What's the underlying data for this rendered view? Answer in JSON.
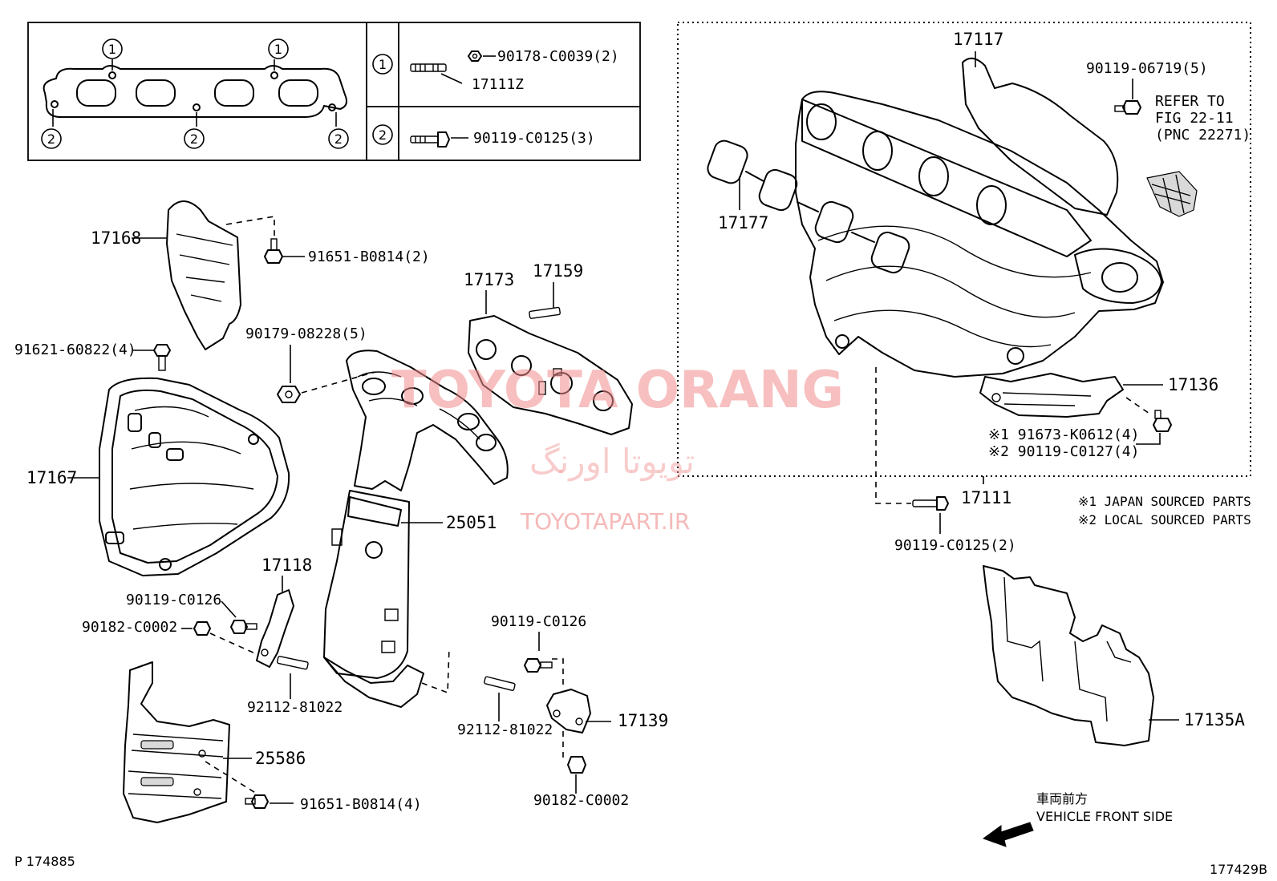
{
  "legend_table": {
    "key_1": "1",
    "key_2": "2",
    "row1_part_a": "90178-C0039(2)",
    "row1_part_b": "17111Z",
    "row2_part": "90119-C0125(3)"
  },
  "parts": {
    "p17168": "17168",
    "p91651_2": "91651-B0814(2)",
    "p91621": "91621-60822(4)",
    "p90179": "90179-08228(5)",
    "p17173": "17173",
    "p17159": "17159",
    "p17167": "17167",
    "p25051": "25051",
    "p17118": "17118",
    "p90119_c0126_a": "90119-C0126",
    "p90182_c0002_a": "90182-C0002",
    "p92112_a": "92112-81022",
    "p90119_c0126_b": "90119-C0126",
    "p92112_b": "92112-81022",
    "p17139": "17139",
    "p90182_c0002_b": "90182-C0002",
    "p25586": "25586",
    "p91651_4": "91651-B0814(4)",
    "p17117": "17117",
    "p90119_06719": "90119-06719(5)",
    "p17177": "17177",
    "p17136": "17136",
    "p91673": "※1 91673-K0612(4)",
    "p90119_c0127": "※2 90119-C0127(4)",
    "p17111": "17111",
    "p90119_c0125_2": "90119-C0125(2)",
    "p17135a": "17135A"
  },
  "refer": {
    "line1": "REFER TO",
    "line2": "FIG 22-11",
    "line3": "(PNC 22271)"
  },
  "notes": {
    "note1": "※1 JAPAN SOURCED PARTS",
    "note2": "※2 LOCAL SOURCED PARTS"
  },
  "front": {
    "jp": "車両前方",
    "en": "VEHICLE FRONT SIDE"
  },
  "watermark": {
    "brand": "TOYOTA ORANG",
    "persian": "تویوتا اورنگ",
    "url": "TOYOTAPART.IR"
  },
  "footer": {
    "left_code": "P 174885",
    "right_code": "177429B"
  }
}
